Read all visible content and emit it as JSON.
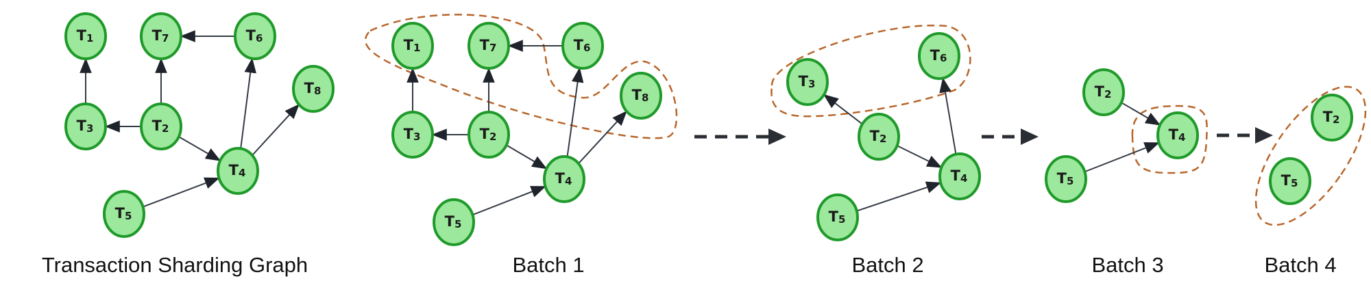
{
  "colors": {
    "node_fill": "#9ce89c",
    "node_stroke": "#1f9a2a",
    "edge": "#333a44",
    "group_outline": "#b8652a",
    "flow_arrow": "#2a2d33"
  },
  "panels": [
    {
      "caption": "Transaction Sharding Graph",
      "nodes": [
        "T1",
        "T7",
        "T6",
        "T3",
        "T2",
        "T8",
        "T4",
        "T5"
      ],
      "edges": [
        [
          "T3",
          "T1"
        ],
        [
          "T2",
          "T7"
        ],
        [
          "T6",
          "T7"
        ],
        [
          "T2",
          "T3"
        ],
        [
          "T2",
          "T4"
        ],
        [
          "T4",
          "T6"
        ],
        [
          "T4",
          "T8"
        ],
        [
          "T5",
          "T4"
        ]
      ]
    },
    {
      "caption": "Batch 1",
      "nodes": [
        "T1",
        "T7",
        "T6",
        "T3",
        "T2",
        "T8",
        "T4",
        "T5"
      ],
      "edges": [
        [
          "T3",
          "T1"
        ],
        [
          "T2",
          "T7"
        ],
        [
          "T6",
          "T7"
        ],
        [
          "T2",
          "T3"
        ],
        [
          "T2",
          "T4"
        ],
        [
          "T4",
          "T6"
        ],
        [
          "T4",
          "T8"
        ],
        [
          "T5",
          "T4"
        ]
      ],
      "batch_group": [
        "T1",
        "T7",
        "T6",
        "T8"
      ]
    },
    {
      "caption": "Batch 2",
      "nodes": [
        "T3",
        "T6",
        "T2",
        "T4",
        "T5"
      ],
      "edges": [
        [
          "T2",
          "T3"
        ],
        [
          "T2",
          "T4"
        ],
        [
          "T4",
          "T6"
        ],
        [
          "T5",
          "T4"
        ]
      ],
      "batch_group": [
        "T3",
        "T6"
      ]
    },
    {
      "caption": "Batch 3",
      "nodes": [
        "T2",
        "T4",
        "T5"
      ],
      "edges": [
        [
          "T2",
          "T4"
        ],
        [
          "T5",
          "T4"
        ]
      ],
      "batch_group": [
        "T4"
      ]
    },
    {
      "caption": "Batch 4",
      "nodes": [
        "T2",
        "T5"
      ],
      "edges": [],
      "batch_group": [
        "T2",
        "T5"
      ]
    }
  ]
}
